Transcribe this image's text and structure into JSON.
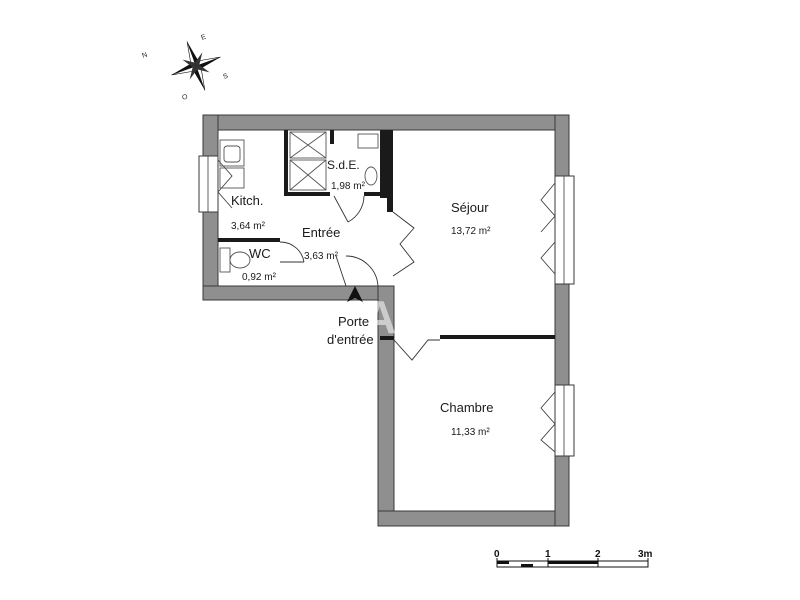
{
  "compass": {
    "north": "N",
    "east": "E",
    "south": "S",
    "west": "O"
  },
  "rooms": [
    {
      "id": "kitchen",
      "name": "Kitch.",
      "area": "3,64 m²"
    },
    {
      "id": "sde",
      "name": "S.d.E.",
      "area": "1,98 m²"
    },
    {
      "id": "entree",
      "name": "Entrée",
      "area": "3,63 m²"
    },
    {
      "id": "wc",
      "name": "WC",
      "area": "0,92 m²"
    },
    {
      "id": "sejour",
      "name": "Séjour",
      "area": "13,72 m²"
    },
    {
      "id": "chambre",
      "name": "Chambre",
      "area": "11,33 m²"
    }
  ],
  "entrance": {
    "line1": "Porte",
    "line2": "d'entrée"
  },
  "scale": {
    "labels": [
      "0",
      "1",
      "2",
      "3m"
    ]
  },
  "colors": {
    "wall": "#8f8f8f",
    "wall_outline": "#3a3a3a",
    "fixture": "#555555"
  }
}
